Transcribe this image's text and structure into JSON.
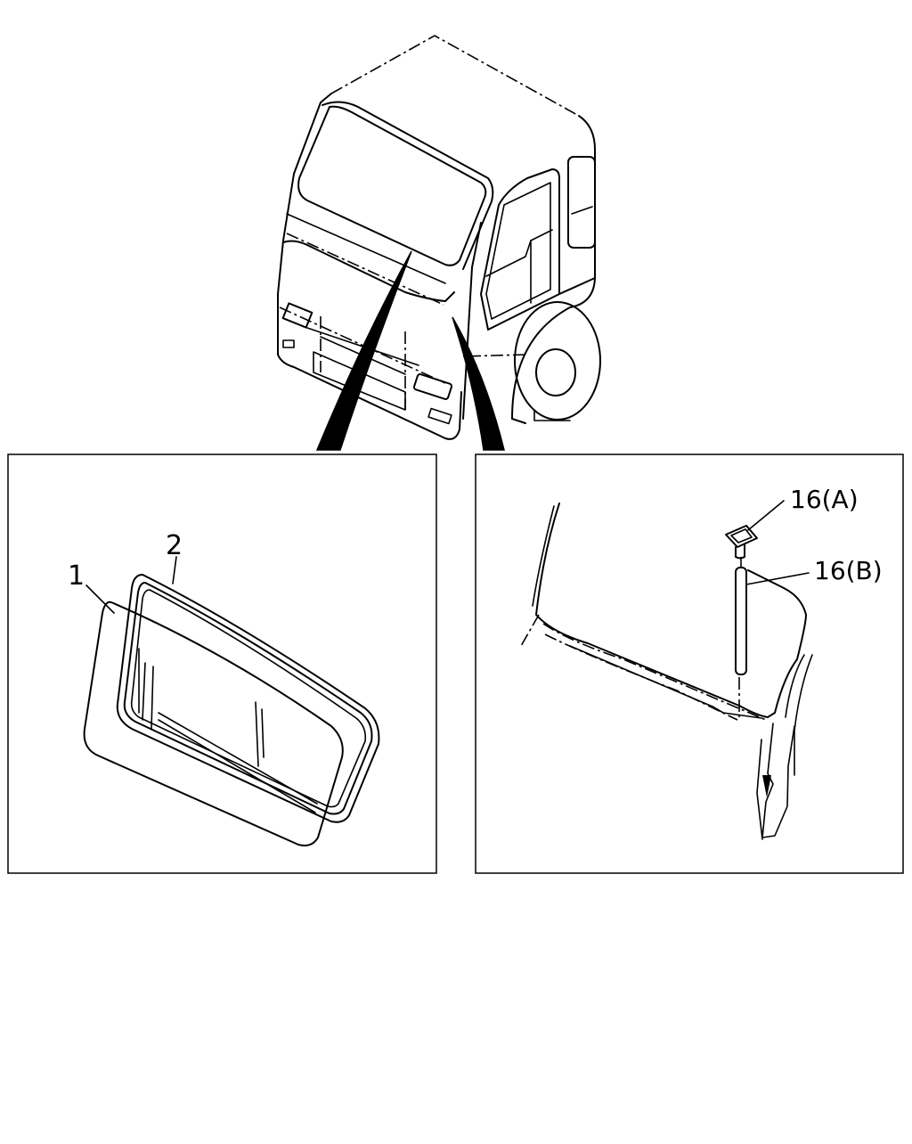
{
  "callouts": {
    "part_1": "1",
    "part_2": "2",
    "part_16a": "16(A)",
    "part_16b": "16(B)"
  }
}
